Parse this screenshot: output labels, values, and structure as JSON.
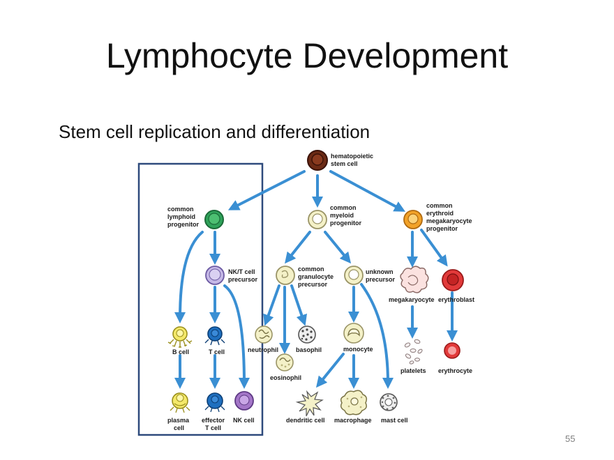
{
  "slide": {
    "title": "Lymphocyte Development",
    "subtitle": "Stem cell replication and differentiation",
    "page_number": "55"
  },
  "diagram": {
    "cells": {
      "hsc": [
        "hematopoietic",
        "stem cell"
      ],
      "clp": [
        "common",
        "lymphoid",
        "progenitor"
      ],
      "cmp": [
        "common",
        "myeloid",
        "progenitor"
      ],
      "cemp": [
        "common",
        "erythroid",
        "megakaryocyte",
        "progenitor"
      ],
      "nkt": [
        "NK/T cell",
        "precursor"
      ],
      "cgp": [
        "common",
        "granulocyte",
        "precursor"
      ],
      "unk": [
        "unknown",
        "precursor"
      ],
      "mega": "megakaryocyte",
      "erythroblast": "erythroblast",
      "bcell": "B cell",
      "tcell": "T cell",
      "neutrophil": "neutrophil",
      "basophil": "basophil",
      "eosinophil": "eosinophil",
      "monocyte": "monocyte",
      "platelets": "platelets",
      "erythrocyte": "erythrocyte",
      "plasma": [
        "plasma",
        "cell"
      ],
      "effector": [
        "effector",
        "T cell"
      ],
      "nkcell": "NK cell",
      "dendritic": "dendritic cell",
      "macrophage": "macrophage",
      "mast": "mast cell"
    },
    "colors": {
      "arrow": "#3a8fd3",
      "highlight_box": "#2e4a7c",
      "stem_cell": "#6b2a14",
      "lymphoid": "#2fa35a",
      "myeloid": "#f4f1c8",
      "erythroid_mega": "#f2a228",
      "nkt": "#c5b8e6",
      "b_cell": "#f4e96a",
      "t_cell": "#1e6fbf",
      "nk_cell": "#a476c8",
      "erythroblast": "#e23a3a"
    }
  }
}
